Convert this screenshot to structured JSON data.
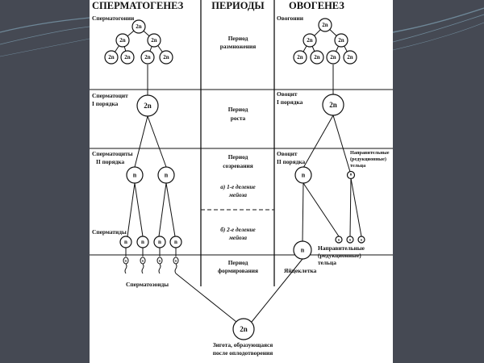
{
  "headers": {
    "spermatogenesis": "СПЕРМАТОГЕНЕЗ",
    "periods": "ПЕРИОДЫ",
    "oogenesis": "ОВОГЕНЕЗ"
  },
  "left": {
    "spermatogonia": "Сперматогонии",
    "spermatocyte1_line1": "Сперматоцит",
    "spermatocyte1_line2": "I порядка",
    "spermatocyte2_line1": "Сперматоциты",
    "spermatocyte2_line2": "II порядка",
    "spermatids": "Сперматиды",
    "spermatozoa": "Сперматозоиды"
  },
  "periods": {
    "reproduction_line1": "Период",
    "reproduction_line2": "размножения",
    "growth_line1": "Период",
    "growth_line2": "роста",
    "maturation_line1": "Период",
    "maturation_line2": "созревания",
    "meiosis1_line1": "а) 1-е деление",
    "meiosis1_line2": "мейоза",
    "meiosis2_line1": "б) 2-е деление",
    "meiosis2_line2": "мейоза",
    "formation_line1": "Период",
    "formation_line2": "формирования"
  },
  "right": {
    "oogonia": "Овогонии",
    "oocyte1_line1": "Овоцит",
    "oocyte1_line2": "I порядка",
    "oocyte2_line1": "Овоцит",
    "oocyte2_line2": "II порядка",
    "polar_small_line1": "Направительные",
    "polar_small_line2": "(редукционные)",
    "polar_small_line3": "тельца",
    "polar_big_line1": "Направительные",
    "polar_big_line2": "(редукционные)",
    "polar_big_line3": "тельца",
    "egg": "Яйцеклетка"
  },
  "zygote": {
    "label": "2n",
    "caption_line1": "Зигота, образующаяся",
    "caption_line2": "после оплодотворения"
  },
  "cells": {
    "diploid": "2n",
    "haploid": "n"
  },
  "colors": {
    "slide_background": "#454953",
    "sheet": "#ffffff",
    "ink": "#111111",
    "accent_swoosh": "#8fb9cf"
  }
}
